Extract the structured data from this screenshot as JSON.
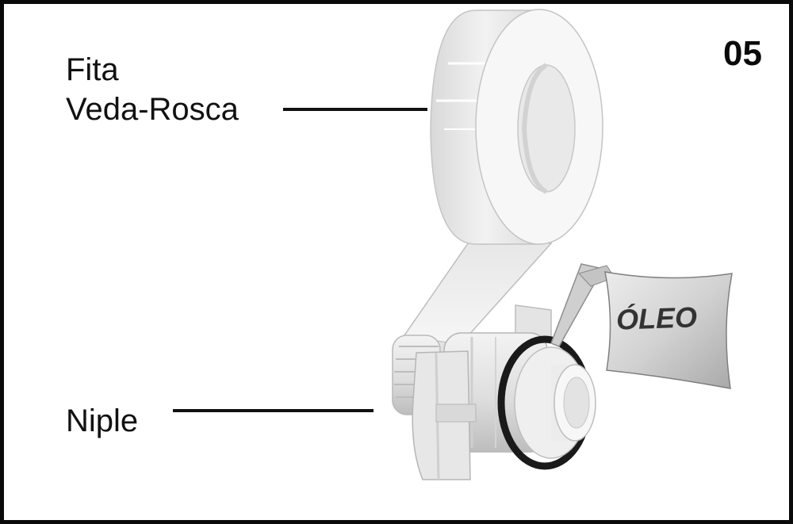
{
  "step_number": "05",
  "labels": {
    "tape_line1": "Fita",
    "tape_line2": "Veda-Rosca",
    "nipple": "Niple",
    "oil": "ÓLEO"
  },
  "colors": {
    "border": "#0a0a0a",
    "text": "#111111",
    "part_light": "#f1f1f1",
    "part_shade": "#c8c8c8",
    "oring": "#1a1a1a"
  }
}
